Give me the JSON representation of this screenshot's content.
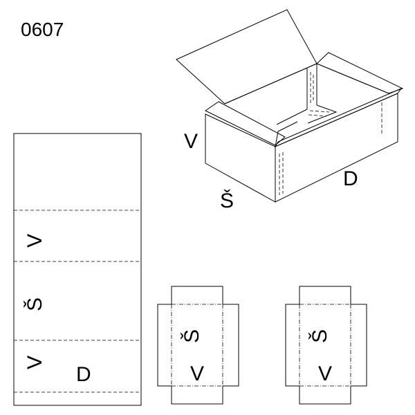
{
  "diagram": {
    "code": "0607",
    "label_height": "V",
    "label_width": "Š",
    "label_length": "D",
    "colors": {
      "line": "#000000",
      "background": "#ffffff"
    }
  }
}
